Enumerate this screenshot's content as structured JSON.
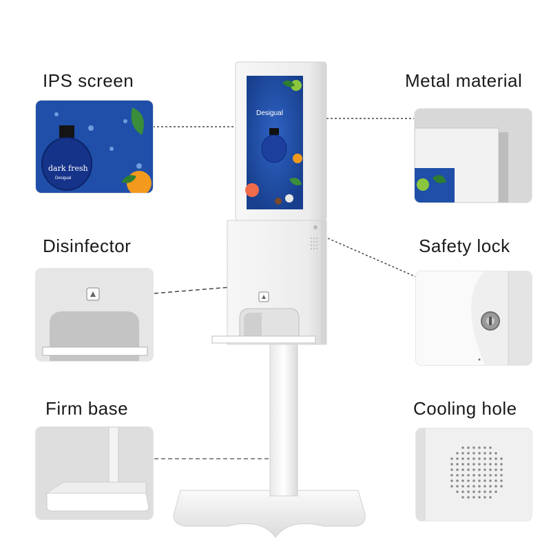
{
  "features": {
    "ips_screen": "IPS screen",
    "metal_material": "Metal material",
    "disinfector": "Disinfector",
    "safety_lock": "Safety lock",
    "firm_base": "Firm base",
    "cooling_hole": "Cooling hole"
  },
  "screen_ad": {
    "brand": "Desigual",
    "product": "dark fresh",
    "product_sub": "Desigual"
  },
  "colors": {
    "screen_blue": "#1f4fa8",
    "device_white": "#f4f4f4",
    "thumb_gray": "#e3e3e3"
  }
}
